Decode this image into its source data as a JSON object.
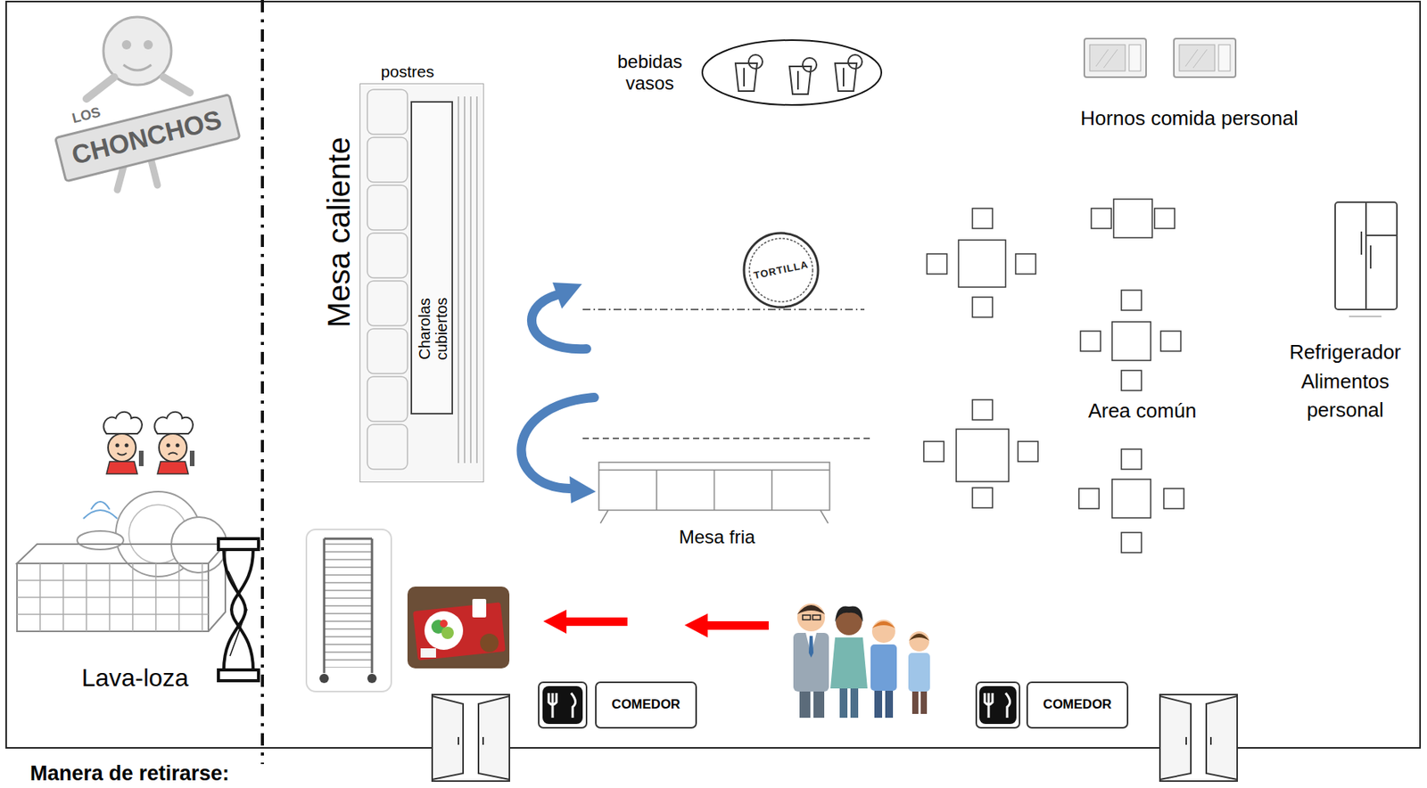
{
  "diagram": {
    "nodes": [
      {
        "text": [
          "postres",
          "Mesa caliente",
          "Charolas cubiertos"
        ]
      },
      {
        "text": [
          "bebidas vasos"
        ]
      },
      {
        "text": [
          "TORTILLA"
        ]
      },
      {
        "text": [
          "Mesa fria"
        ]
      }
    ],
    "labels": [
      "LOS",
      "CHONCHOS",
      "Hornos comida personal",
      "Area común",
      "Refrigerador Alimentos personal",
      "Lava-loza",
      "COMEDOR",
      "COMEDOR",
      "Manera de retirarse:"
    ]
  }
}
